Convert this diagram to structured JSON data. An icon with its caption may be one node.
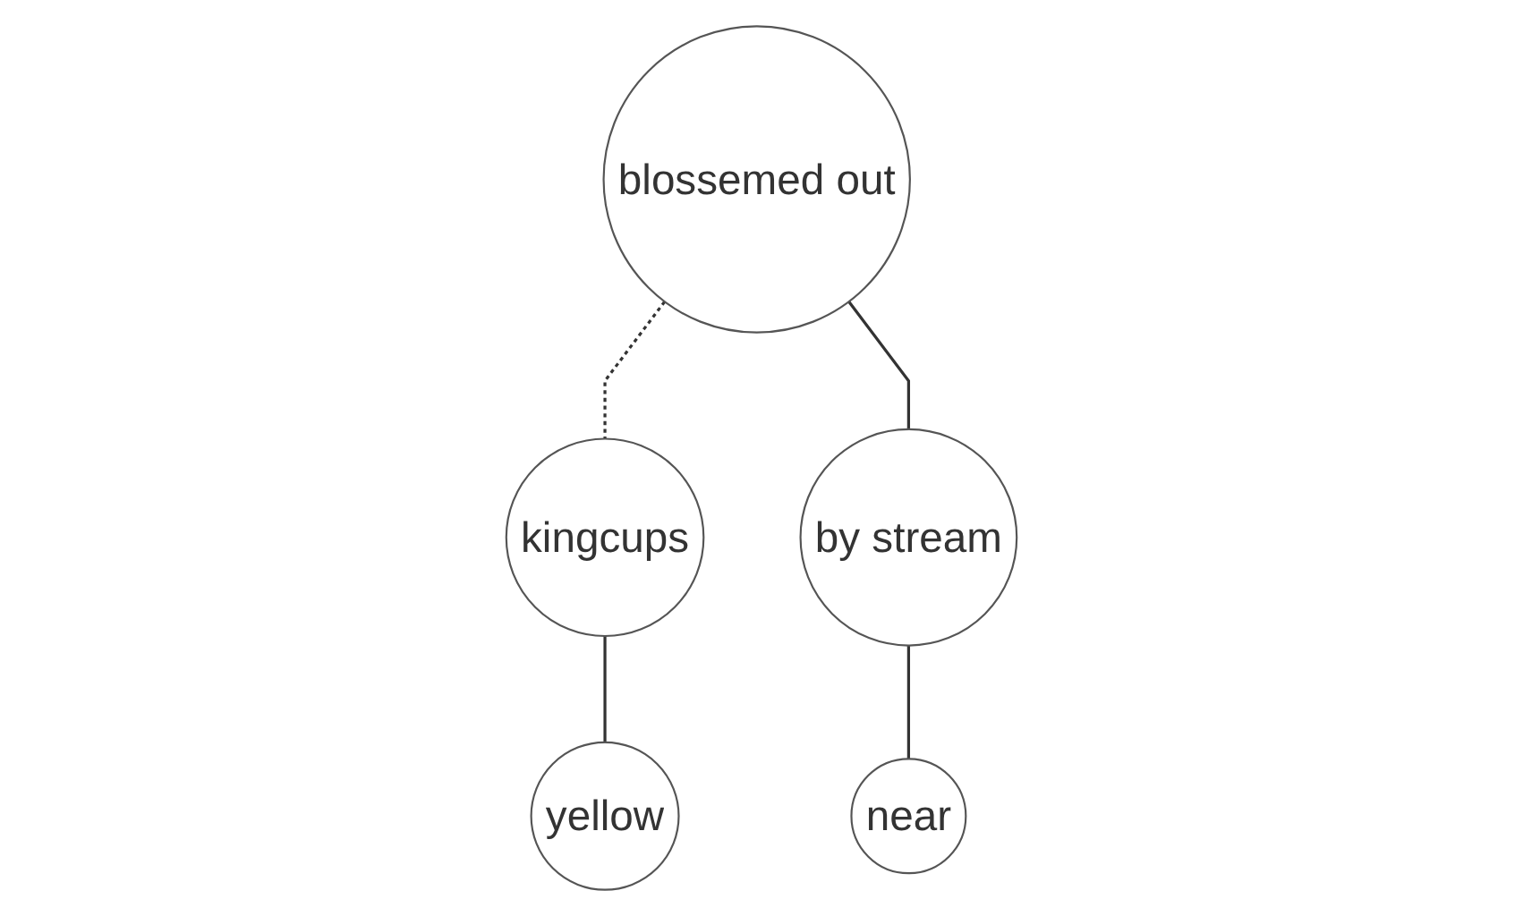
{
  "diagram": {
    "nodes": [
      {
        "text": [
          "blossemed out"
        ]
      },
      {
        "text": [
          "kingcups"
        ]
      },
      {
        "text": [
          "by stream"
        ]
      },
      {
        "text": [
          "yellow"
        ]
      },
      {
        "text": [
          "near"
        ]
      }
    ],
    "edges": [
      {
        "from": 0,
        "to": 1,
        "arrow": "none",
        "style": "dashed"
      },
      {
        "from": 0,
        "to": 2,
        "arrow": "none"
      },
      {
        "from": 1,
        "to": 3,
        "arrow": "none"
      },
      {
        "from": 2,
        "to": 4,
        "arrow": "none"
      }
    ]
  }
}
